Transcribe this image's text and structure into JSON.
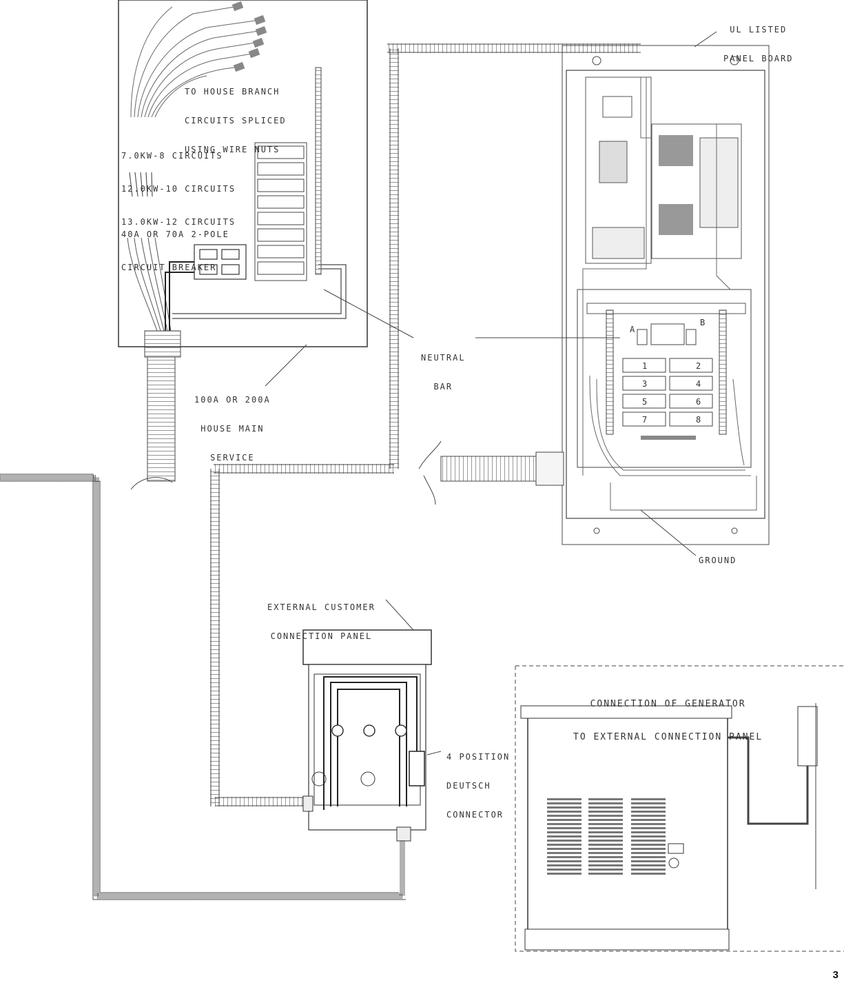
{
  "labels": {
    "house_branch": [
      "TO HOUSE BRANCH",
      "CIRCUITS SPLICED",
      "USING WIRE NUTS"
    ],
    "circuit_counts": [
      "7.0kW-8 CIRCUITS",
      "12.0kW-10 CIRCUITS",
      "13.0kW-12 CIRCUITS"
    ],
    "breaker": [
      "40A OR 70A 2-POLE",
      "CIRCUIT BREAKER"
    ],
    "main_service": [
      "100A OR 200A",
      "HOUSE MAIN",
      "SERVICE"
    ],
    "neutral_bar": [
      "NEUTRAL",
      "BAR"
    ],
    "ul_panel": [
      "UL LISTED",
      "PANEL BOARD"
    ],
    "ground": "GROUND",
    "ext_panel": [
      "EXTERNAL CUSTOMER",
      "CONNECTION PANEL"
    ],
    "deutsch": [
      "4 POSITION",
      "DEUTSCH",
      "CONNECTOR"
    ],
    "gen_connection": [
      "CONNECTION OF GENERATOR",
      "TO EXTERNAL CONNECTION PANEL"
    ],
    "phase_a": "A",
    "phase_b": "B",
    "circuit_numbers": [
      "1",
      "2",
      "3",
      "4",
      "5",
      "6",
      "7",
      "8"
    ]
  },
  "page_number": "3"
}
